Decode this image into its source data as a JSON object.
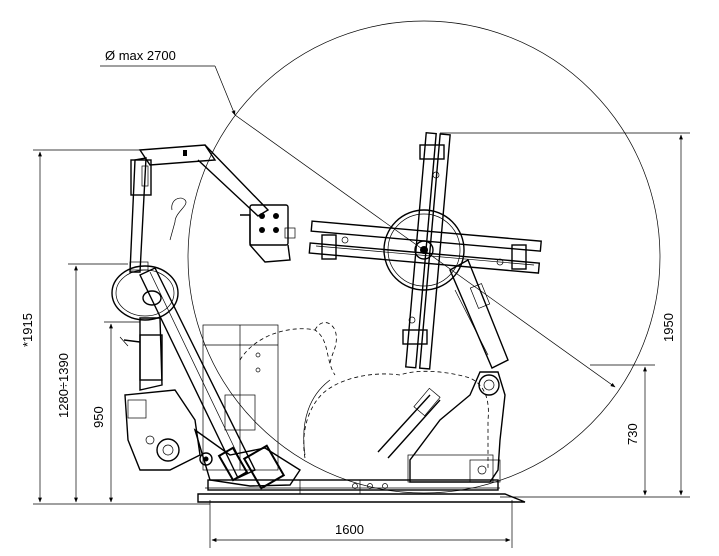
{
  "dimensions": {
    "diameter_label": "Ø max 2700",
    "total_height_label": "*1915",
    "range_label": "1280÷1390",
    "height_950_label": "950",
    "right_height_label": "1950",
    "right_low_label": "730",
    "base_width_label": "1600"
  }
}
